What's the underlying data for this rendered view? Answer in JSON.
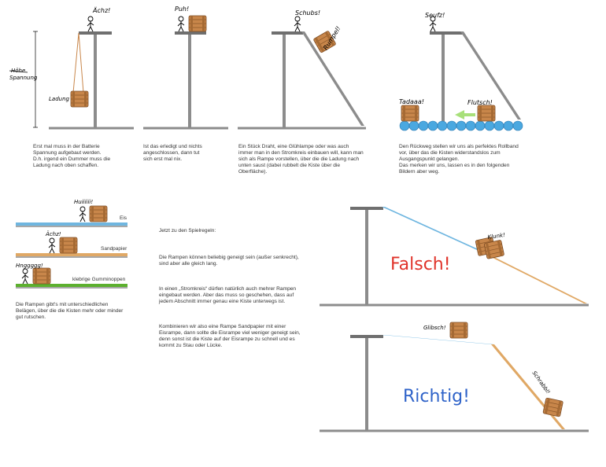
{
  "panel1": {
    "label_achz": "Ächz!",
    "label_hoehe": "Höhe",
    "label_spannung": "Spannung",
    "label_ladung": "Ladung",
    "caption": "Erst mal muss in der Batterie\nSpannung aufgebaut werden.\nD.h. irgend ein Dummer muss die\nLadung nach oben schaffen."
  },
  "panel2": {
    "label_puh": "Puh!",
    "caption": "Ist das erledigt und nichts\nangeschlossen, dann tut\nsich erst mal nix."
  },
  "panel3": {
    "label_schubs": "Schubs!",
    "label_rumpel": "Rumpel!",
    "caption": "Ein Stück Draht, eine Glühlampe oder was auch\nimmer man in den Stromkreis einbauen will, kann man\nsich als Rampe vorstellen, über die die Ladung nach\nunten saust (dabei rubbelt die Kiste über die\nOberfläche)."
  },
  "panel4": {
    "label_seufz": "Seufz!",
    "label_tadaaa": "Tadaaa!",
    "label_flutsch": "Flutsch!",
    "caption": "Den Rückweg stellen wir uns als perfektes Rollband\nvor, über das die Kisten widerstandslos zum\nAusgangspunkt gelangen.\nDas merken wir uns, lassen es in den folgenden\nBildern aber weg."
  },
  "surfaces": {
    "label_huii": "Huiiiiii!",
    "label_eis": "Eis",
    "label_achz": "Ächz!",
    "label_sandpapier": "Sandpapier",
    "label_hngg": "Hnggggg!",
    "label_gumminoppen": "klebrige Gumminoppen",
    "caption": "Die Rampen gibt's mit unterschiedlichen\nBelägen, über die die Kisten mehr oder minder\ngut rutschen."
  },
  "rules": {
    "intro": "Jetzt zu den Spielregeln:",
    "p1": "Die Rampen können beliebig geneigt sein (außer senkrecht),\nsind aber alle gleich lang.",
    "p2": "In einen „Stromkreis“ dürfen natürlich auch mehrer Rampen\neingebaut werden. Aber das muss so geschehen, dass auf\njedem Abschnitt immer genau eine Kiste unterwegs ist.",
    "p3": "Kombinieren wir also eine Rampe Sandpapier mit einer\nEisrampe, dann sollte die Eisrampe viel weniger geneigt sein,\ndenn sonst ist die Kiste auf der Eisrampe zu schnell und es\nkommt zu Stau oder Lücke."
  },
  "falsch": {
    "title": "Falsch!",
    "label_klunk": "Klunk!"
  },
  "richtig": {
    "title": "Richtig!",
    "label_glibsch": "Glibsch!",
    "label_schrabbl": "Schrabbl!"
  },
  "colors": {
    "metal": "#8c8c8c",
    "metal_dark": "#5f5f5f",
    "crate": "#c8864a",
    "ice": "#6fb6e0",
    "sand": "#e0a865",
    "rubber": "#5cb02e",
    "roller": "#4aa8e0",
    "arrow": "#a8e07a",
    "falsch_red": "#e0332a",
    "richtig_blue": "#2f63c9"
  }
}
